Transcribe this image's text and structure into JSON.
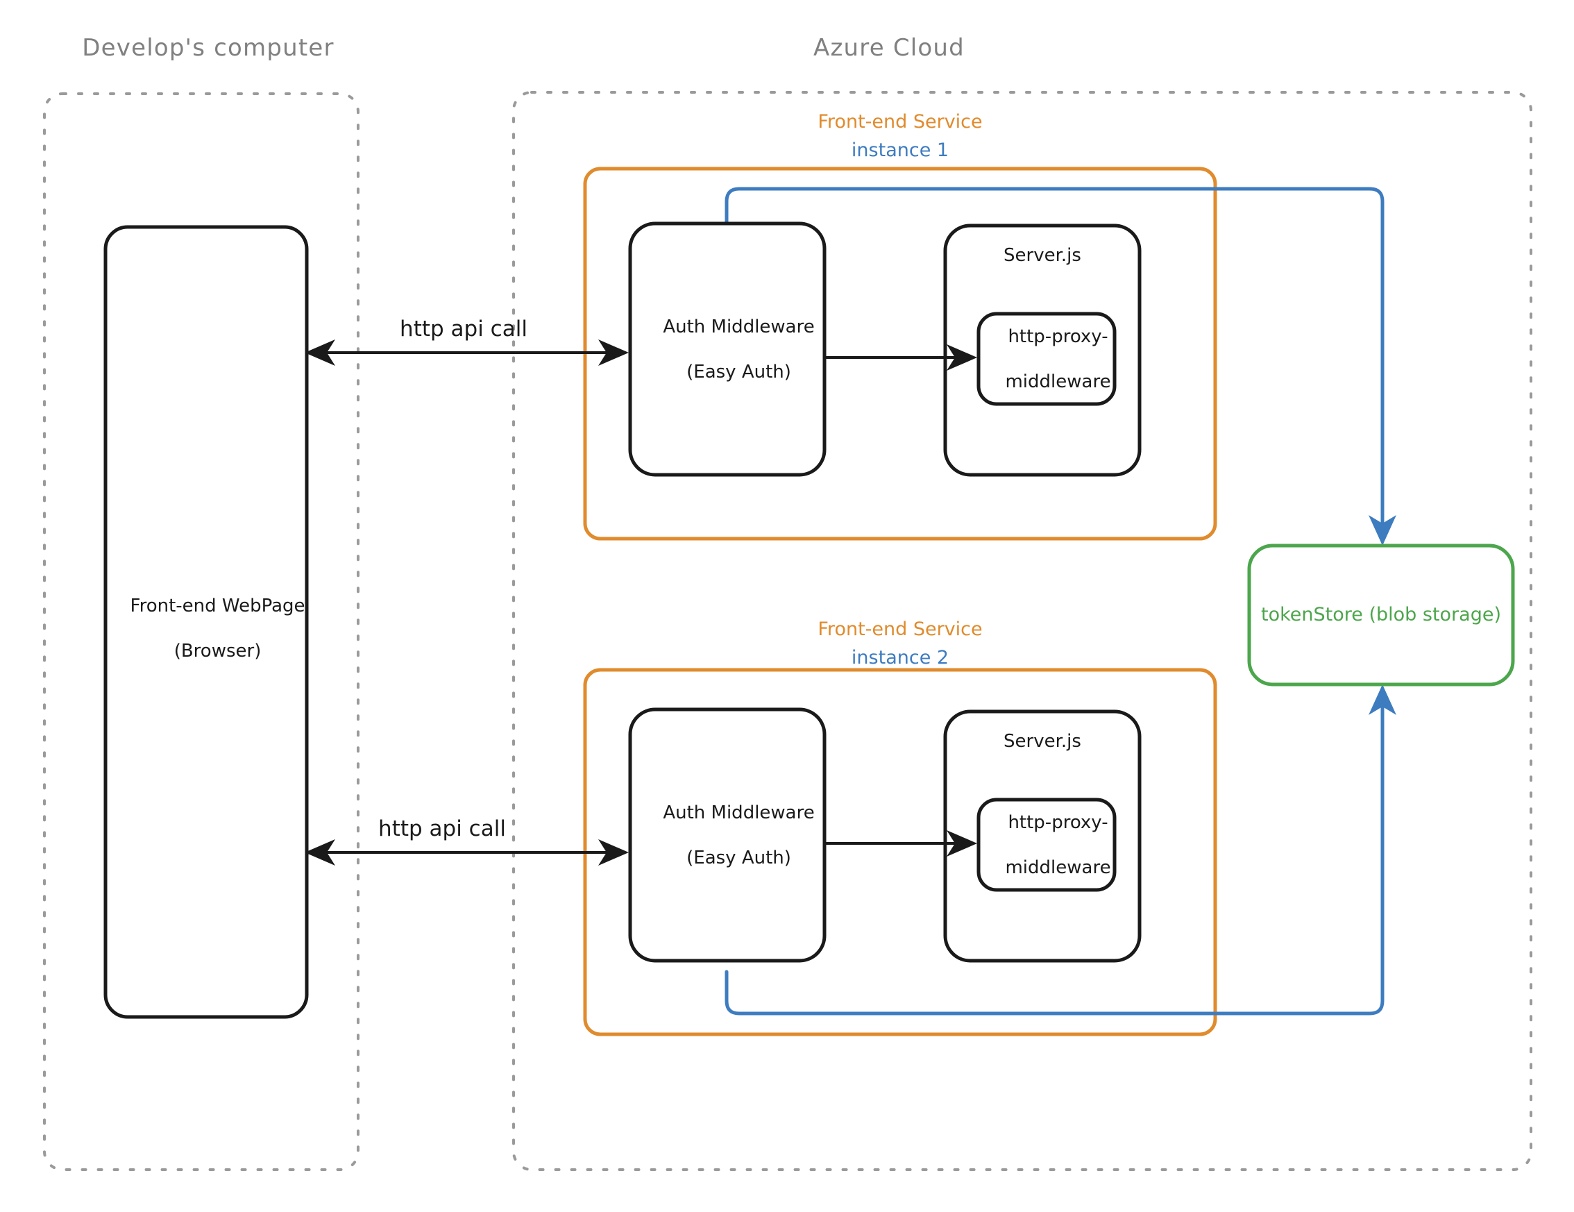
{
  "diagram": {
    "title_left": "Develop's computer",
    "title_right": "Azure Cloud",
    "colors": {
      "zone_border": "#9a9a9a",
      "service_border": "#E08B2D",
      "service_title": "#E08B2D",
      "instance_label": "#3E7CC0",
      "flow_blue": "#3E7CC0",
      "store_green": "#4CA64C",
      "node_stroke": "#1a1a1a",
      "background": "#ffffff"
    },
    "zones": [
      {
        "name": "developers-computer",
        "label": "Develop's computer"
      },
      {
        "name": "azure-cloud",
        "label": "Azure Cloud"
      }
    ],
    "browser": {
      "line1": "Front-end WebPage",
      "line2": "(Browser)"
    },
    "services": [
      {
        "title": "Front-end Service",
        "instance": "instance 1",
        "auth": {
          "line1": "Auth Middleware",
          "line2": "(Easy Auth)"
        },
        "server": {
          "title": "Server.js"
        },
        "proxy": {
          "line1": "http-proxy-",
          "line2": "middleware"
        }
      },
      {
        "title": "Front-end Service",
        "instance": "instance 2",
        "auth": {
          "line1": "Auth Middleware",
          "line2": "(Easy Auth)"
        },
        "server": {
          "title": "Server.js"
        },
        "proxy": {
          "line1": "http-proxy-",
          "line2": "middleware"
        }
      }
    ],
    "store": {
      "label": "tokenStore (blob storage)"
    },
    "edges": [
      {
        "name": "http-api-call-1",
        "label": "http api call",
        "from": "browser",
        "to": "auth-middleware-1"
      },
      {
        "name": "http-api-call-2",
        "label": "http api call",
        "from": "browser",
        "to": "auth-middleware-2"
      },
      {
        "name": "auth-to-proxy-1",
        "label": "",
        "from": "auth-middleware-1",
        "to": "proxy-1"
      },
      {
        "name": "auth-to-proxy-2",
        "label": "",
        "from": "auth-middleware-2",
        "to": "proxy-2"
      },
      {
        "name": "instance1-to-tokenstore",
        "label": "",
        "from": "instance-1",
        "to": "token-store"
      },
      {
        "name": "instance2-to-tokenstore",
        "label": "",
        "from": "instance-2",
        "to": "token-store"
      }
    ]
  }
}
